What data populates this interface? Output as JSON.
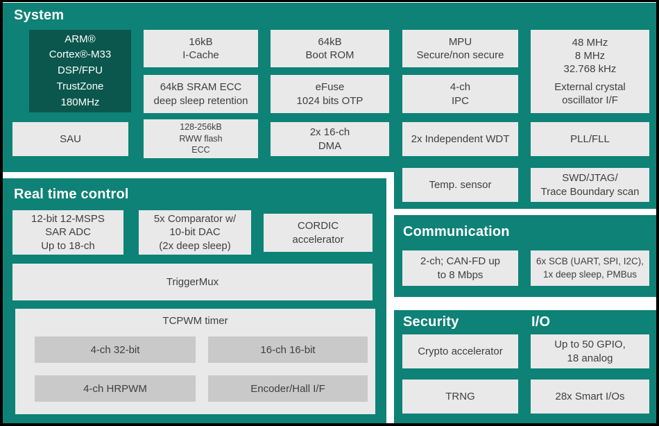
{
  "colors": {
    "panel_teal": "#0E8276",
    "cpu_block_teal": "#0B574E",
    "block_gray": "#E9E9E9",
    "inner_block_gray": "#C9C9C9",
    "text_dark": "#3F3F3F",
    "title_white": "#FFFFFF",
    "gap_background": "#FFFFFF",
    "frame_black": "#000000"
  },
  "system": {
    "title": "System",
    "cpu": "ARM®\nCortex®-M33\nDSP/FPU\nTrustZone\n180MHz",
    "icache": "16kB\nI-Cache",
    "bootrom": "64kB\nBoot ROM",
    "mpu": "MPU\nSecure/non secure",
    "clocks": "48 MHz\n8 MHz\n32.768 kHz",
    "crystal": "External crystal\noscillator I/F",
    "sram": "64kB SRAM ECC\ndeep sleep retention",
    "efuse": "eFuse\n1024 bits OTP",
    "ipc": "4-ch\nIPC",
    "sau": "SAU",
    "flash": "128-256kB\nRWW flash\nECC",
    "dma": "2x 16-ch\nDMA",
    "wdt": "2x Independent WDT",
    "pll": "PLL/FLL",
    "temp_sensor": "Temp. sensor",
    "swd": "SWD/JTAG/\nTrace Boundary scan"
  },
  "realtime": {
    "title": "Real time control",
    "adc": "12-bit 12-MSPS\nSAR ADC\nUp to 18-ch",
    "comparator": "5x Comparator w/\n10-bit DAC\n(2x deep sleep)",
    "cordic": "CORDIC\naccelerator",
    "triggermux": "TriggerMux",
    "tcpwm": {
      "title": "TCPWM timer",
      "cell_1": "4-ch 32-bit",
      "cell_2": "16-ch 16-bit",
      "cell_3": "4-ch HRPWM",
      "cell_4": "Encoder/Hall I/F"
    }
  },
  "communication": {
    "title": "Communication",
    "canfd": "2-ch; CAN-FD up\nto 8 Mbps",
    "scb": "6x SCB (UART, SPI, I2C),\n1x deep sleep, PMBus"
  },
  "security": {
    "title": "Security",
    "crypto": "Crypto accelerator",
    "trng": "TRNG"
  },
  "io": {
    "title": "I/O",
    "gpio": "Up to 50 GPIO,\n18 analog",
    "smartio": "28x Smart I/Os"
  }
}
